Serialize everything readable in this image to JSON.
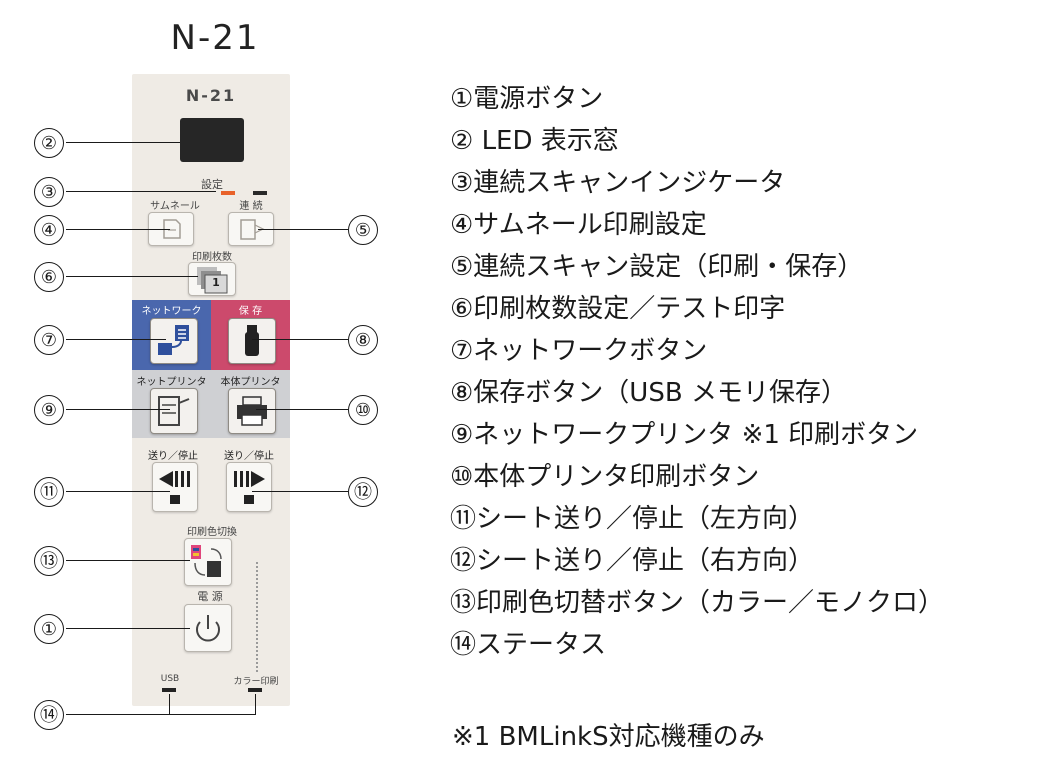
{
  "model_title": "N-21",
  "panel": {
    "model_label": "N-21",
    "setting_label": "設定",
    "thumbnail_label": "サムネール",
    "continuous_label": "連 続",
    "copies_label": "印刷枚数",
    "copies_value": "1",
    "network_label": "ネットワーク",
    "save_label": "保 存",
    "net_printer_label": "ネットプリンタ",
    "body_printer_label": "本体プリンタ",
    "feed_stop_left_label": "送り／停止",
    "feed_stop_right_label": "送り／停止",
    "color_switch_label": "印刷色切換",
    "power_label": "電 源",
    "usb_label": "USB",
    "color_print_label": "カラー印刷"
  },
  "callouts": [
    "②",
    "③",
    "④",
    "⑤",
    "⑥",
    "⑦",
    "⑧",
    "⑨",
    "⑩",
    "⑪",
    "⑫",
    "⑬",
    "①",
    "⑭"
  ],
  "legend": [
    "①電源ボタン",
    "② LED 表示窓",
    "③連続スキャンインジケータ",
    "④サムネール印刷設定",
    "⑤連続スキャン設定（印刷・保存）",
    "⑥印刷枚数設定／テスト印字",
    "⑦ネットワークボタン",
    "⑧保存ボタン（USB メモリ保存）",
    "⑨ネットワークプリンタ ※1 印刷ボタン",
    "⑩本体プリンタ印刷ボタン",
    "⑪シート送り／停止（左方向）",
    "⑫シート送り／停止（右方向）",
    "⑬印刷色切替ボタン（カラー／モノクロ）",
    "⑭ステータス"
  ],
  "footnote": "※1 BMLinkS対応機種のみ",
  "colors": {
    "panel": "#efebe5",
    "network_zone": "#4a67ad",
    "save_zone": "#cc4a6c",
    "printer_zone": "#cfd0d3",
    "indicator_orange": "#e8622a",
    "indicator_dark": "#2a2a2a"
  }
}
